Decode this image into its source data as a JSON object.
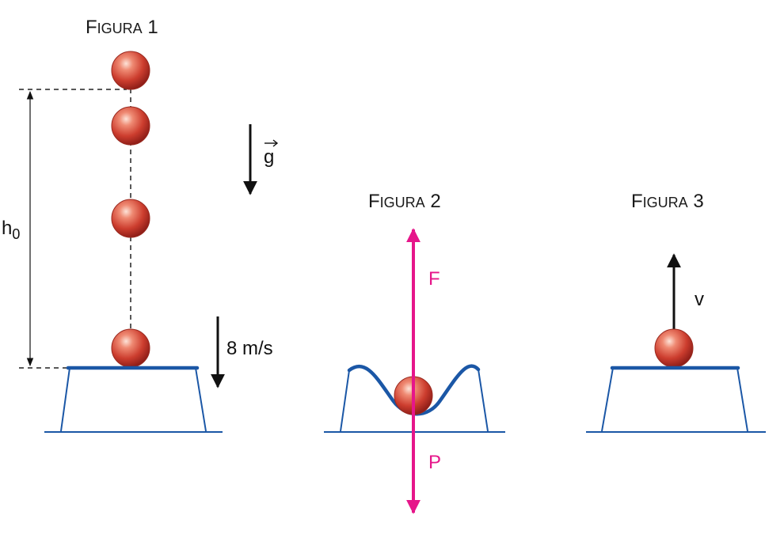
{
  "figures": {
    "fig1": {
      "title_first": "F",
      "title_rest": "IGURA",
      "title_num": " 1"
    },
    "fig2": {
      "title_first": "F",
      "title_rest": "IGURA",
      "title_num": " 2"
    },
    "fig3": {
      "title_first": "F",
      "title_rest": "IGURA",
      "title_num": " 3"
    }
  },
  "labels": {
    "height": "h",
    "height_sub": "0",
    "gravity": "g",
    "impact_speed": "8 m/s",
    "force": "F",
    "weight": "P",
    "velocity": "v"
  },
  "colors": {
    "platform": "#1b57a6",
    "force_arrows": "#e6168a",
    "ball_light": "#f6b7a4",
    "ball_mid": "#d34a38",
    "ball_dark": "#8d1d17",
    "ink": "#111111"
  }
}
